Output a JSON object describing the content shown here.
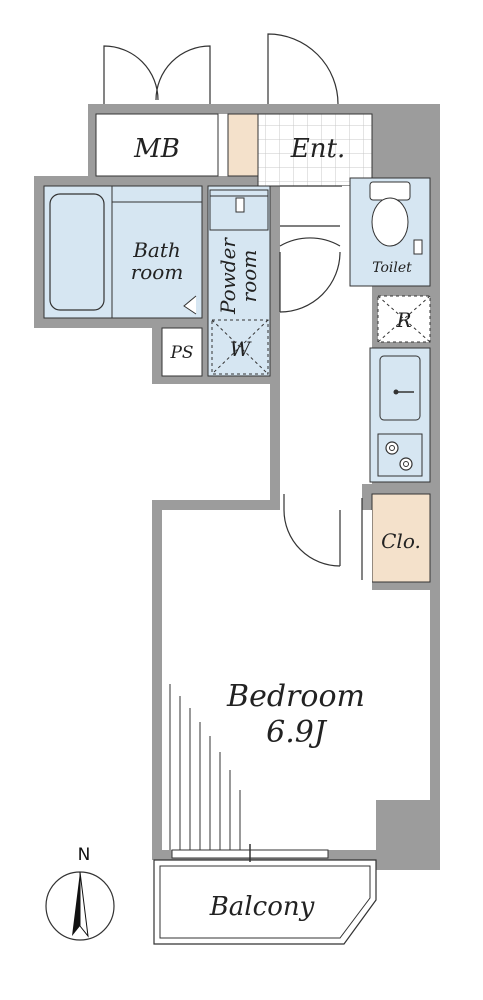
{
  "floorplan": {
    "rooms": {
      "mb": "MB",
      "entrance": "Ent.",
      "bath_line1": "Bath",
      "bath_line2": "room",
      "powder_line1": "Powder",
      "powder_line2": "room",
      "washer": "W",
      "toilet": "Toilet",
      "ps": "PS",
      "refrigerator": "R",
      "closet": "Clo.",
      "bedroom": "Bedroom",
      "bedroom_size": "6.9J",
      "balcony": "Balcony"
    },
    "compass": {
      "label": "N"
    },
    "colors": {
      "wall": "#9c9c9c",
      "wet_area": "#d6e6f2",
      "wood_floor": "#f4e1cb",
      "tile_grid": "#c9c9c9"
    }
  }
}
